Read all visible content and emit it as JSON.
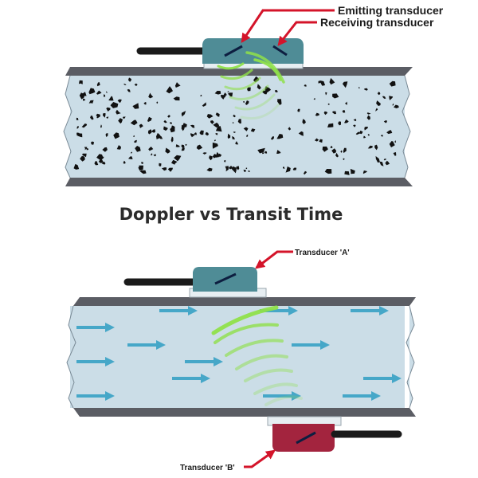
{
  "title": "Doppler vs Transit Time",
  "doppler": {
    "label_emitting": "Emitting transducer",
    "label_receiving": "Receiving transducer"
  },
  "transit": {
    "label_a": "Transducer 'A'",
    "label_b": "Transducer 'B'"
  },
  "colors": {
    "pipe_wall": "#5b5d64",
    "fluid": "#cbdde7",
    "transducer_top": "#4f8c96",
    "transducer_bottom": "#a3243e",
    "arrow_red": "#d4142a",
    "wave_green": "#8fe04a",
    "flow_arrow": "#46a7c8",
    "particle": "#111111"
  }
}
